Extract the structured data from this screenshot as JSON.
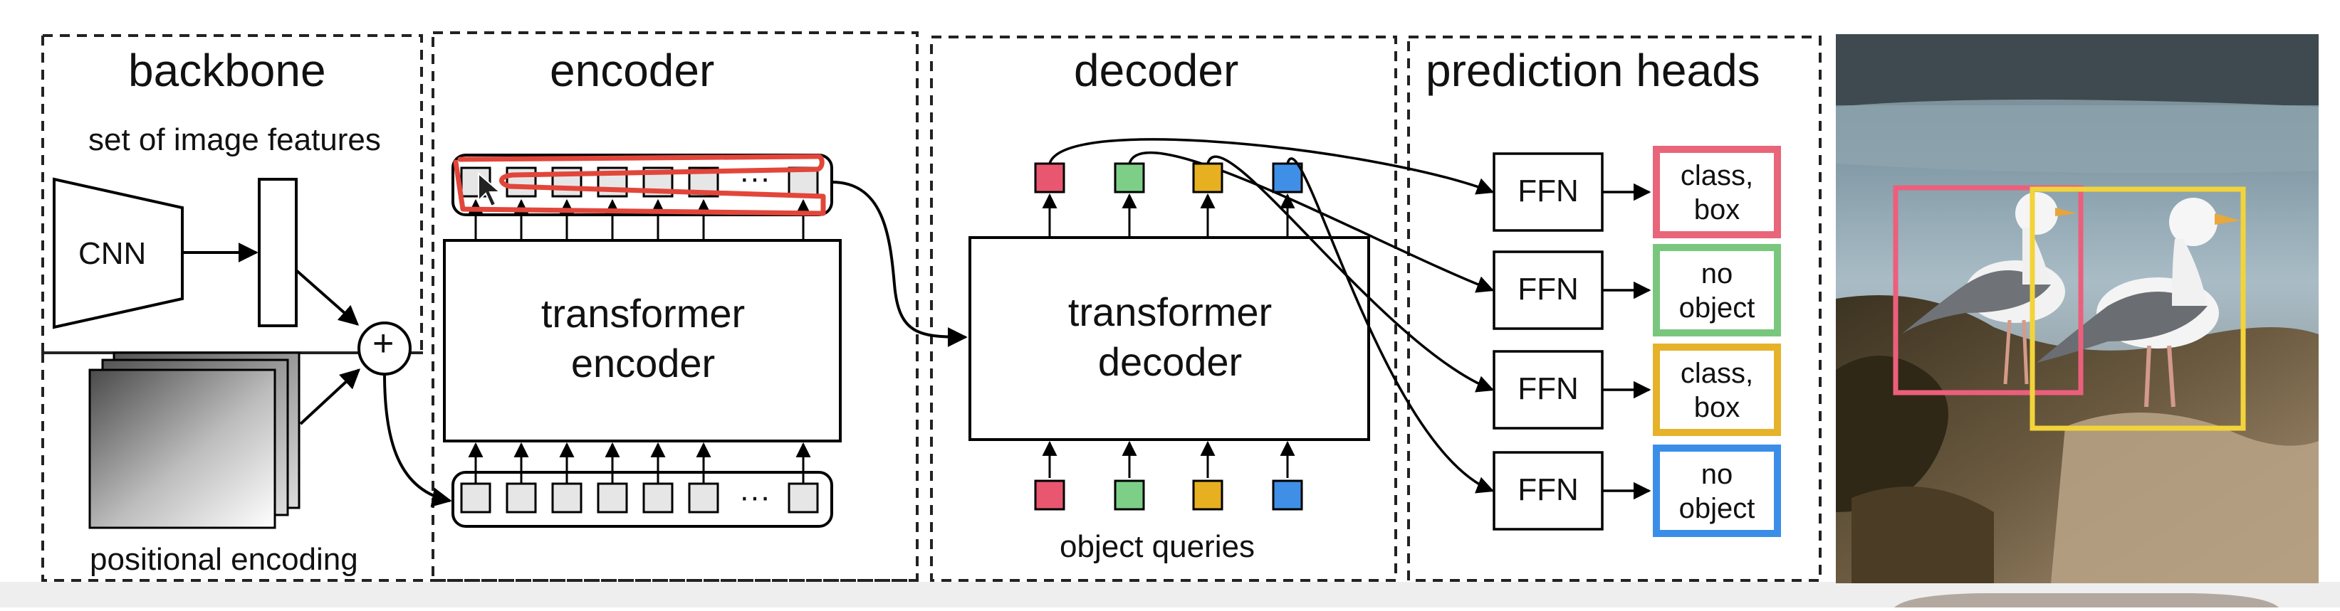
{
  "sections": {
    "backbone": "backbone",
    "encoder": "encoder",
    "decoder": "decoder",
    "heads": "prediction heads"
  },
  "backbone": {
    "features_label": "set of image features",
    "cnn_label": "CNN",
    "plus_symbol": "+",
    "pos_encoding_label": "positional encoding"
  },
  "encoder": {
    "block_line1": "transformer",
    "block_line2": "encoder",
    "ellipsis": "···"
  },
  "decoder": {
    "block_line1": "transformer",
    "block_line2": "decoder",
    "queries_label": "object queries"
  },
  "heads": [
    {
      "ffn": "FFN",
      "line1": "class,",
      "line2": "box",
      "color": "#e8657a"
    },
    {
      "ffn": "FFN",
      "line1": "no",
      "line2": "object",
      "color": "#79c77d"
    },
    {
      "ffn": "FFN",
      "line1": "class,",
      "line2": "box",
      "color": "#e5b22a"
    },
    {
      "ffn": "FFN",
      "line1": "no",
      "line2": "object",
      "color": "#3b8ee8"
    }
  ],
  "colors": {
    "query_red": "#e8566f",
    "query_green": "#7dcf88",
    "query_yellow": "#e6b020",
    "query_blue": "#3f8fe6",
    "annotation_red": "#e2463a",
    "bird_box_pink": "#ec5f7c",
    "bird_box_yellow": "#f2d43a"
  }
}
